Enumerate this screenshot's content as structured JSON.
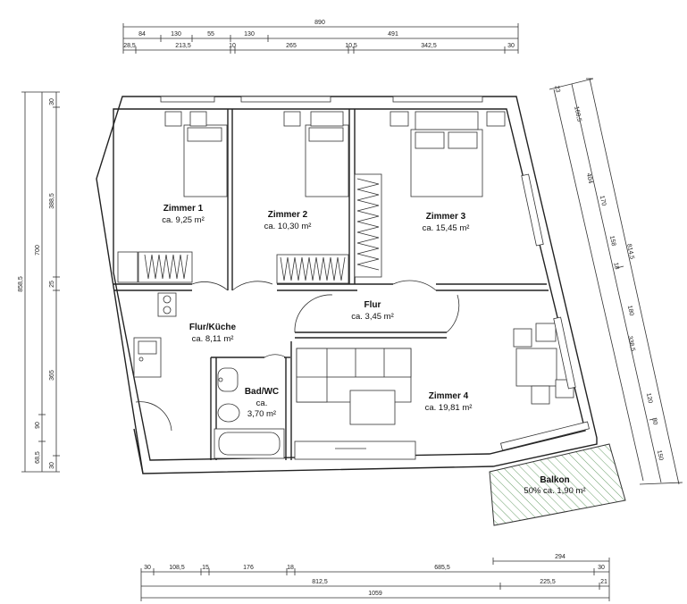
{
  "rooms": {
    "zimmer1": {
      "name": "Zimmer 1",
      "area": "ca. 9,25 m²"
    },
    "zimmer2": {
      "name": "Zimmer 2",
      "area": "ca. 10,30 m²"
    },
    "zimmer3": {
      "name": "Zimmer 3",
      "area": "ca. 15,45 m²"
    },
    "flur": {
      "name": "Flur",
      "area": "ca. 3,45 m²"
    },
    "flurkueche": {
      "name": "Flur/Küche",
      "area": "ca. 8,11 m²"
    },
    "badwc": {
      "name": "Bad/WC",
      "area_line1": "ca.",
      "area_line2": "3,70 m²"
    },
    "zimmer4": {
      "name": "Zimmer 4",
      "area": "ca. 19,81 m²"
    },
    "balkon": {
      "name": "Balkon",
      "area": "50% ca. 1,90 m²"
    }
  },
  "dims": {
    "top_total": "890",
    "top_row2": [
      "84",
      "130",
      "55",
      "130",
      "491"
    ],
    "top_row3": [
      "28,5",
      "213,5",
      "10",
      "265",
      "10,5",
      "342,5",
      "30"
    ],
    "left_outer": "858,5",
    "left_mid": [
      "700",
      "90",
      "68,5"
    ],
    "left_inner": [
      "30",
      "388,5",
      "25",
      "365",
      "30"
    ],
    "right_outer": "814,5",
    "right_mid": [
      "160,5",
      "404",
      "338,5",
      "150"
    ],
    "right_inner": [
      "23",
      "170",
      "158",
      "18",
      "180",
      "120",
      "30"
    ],
    "bottom_row1": [
      "294"
    ],
    "bottom_row2": [
      "30",
      "108,5",
      "15",
      "176",
      "18",
      "685,5",
      "30"
    ],
    "bottom_row3": [
      "812,5",
      "225,5",
      "21"
    ],
    "bottom_total": "1059"
  }
}
